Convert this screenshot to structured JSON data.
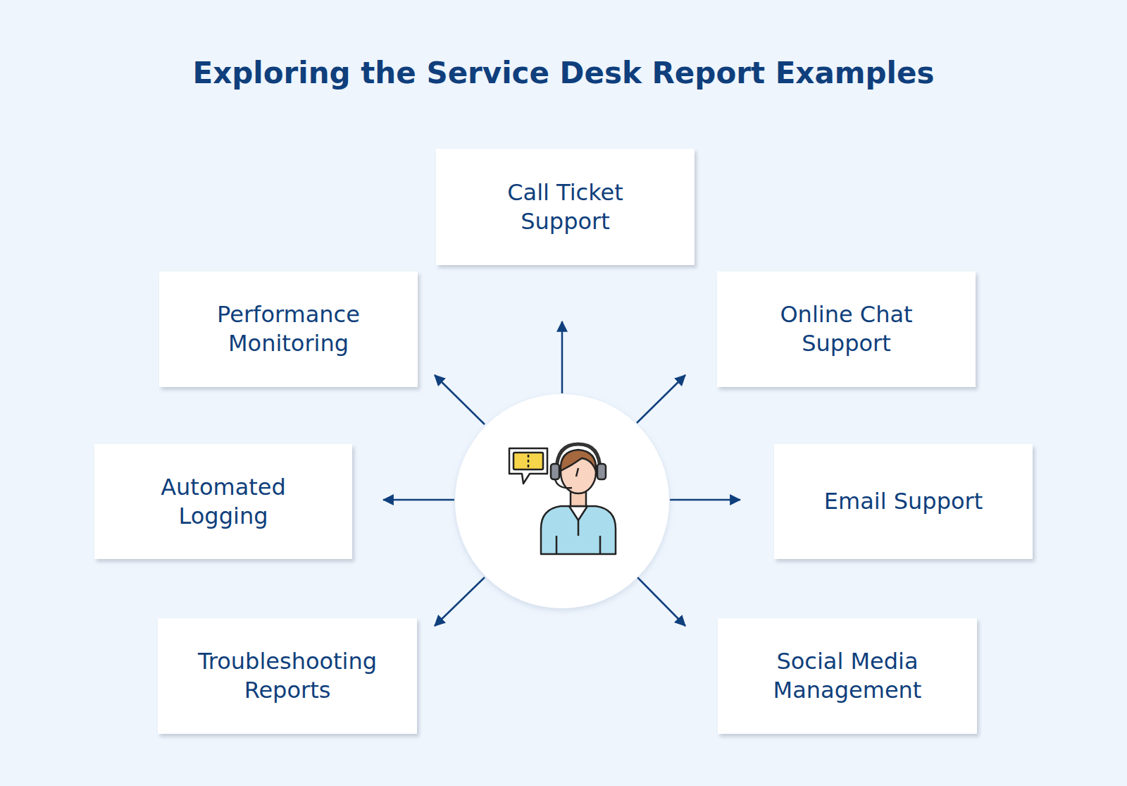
{
  "diagram": {
    "title": "Exploring the Service Desk Report Examples",
    "nodes": [
      {
        "text": [
          "Call Ticket Support"
        ]
      },
      {
        "text": [
          "Performance Monitoring"
        ]
      },
      {
        "text": [
          "Online Chat Support"
        ]
      },
      {
        "text": [
          "Automated Logging"
        ]
      },
      {
        "text": [
          "Email Support"
        ]
      },
      {
        "text": [
          "Troubleshooting Reports"
        ]
      },
      {
        "text": [
          "Social Media Management"
        ]
      }
    ]
  }
}
